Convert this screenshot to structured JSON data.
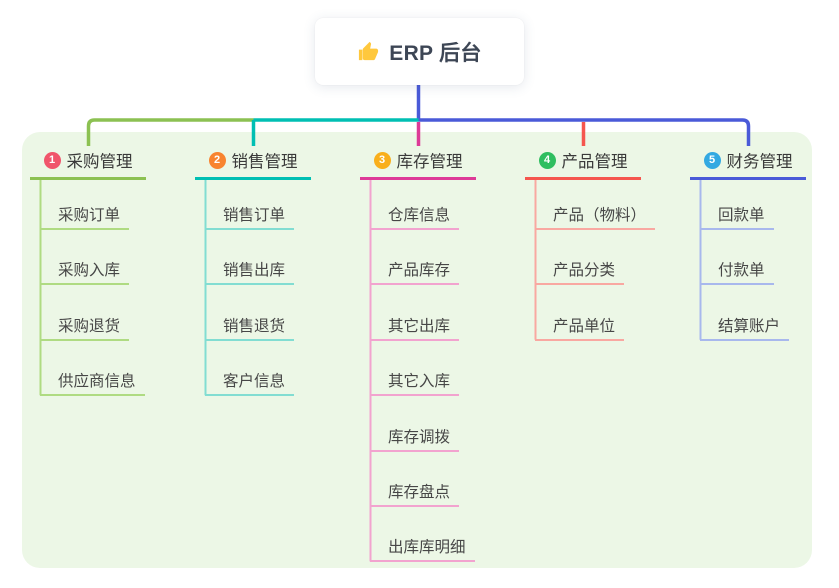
{
  "root": {
    "title": "ERP 后台",
    "icon": "thumbs-up-icon",
    "icon_color": "#FFC83D",
    "line_color": "#4A5AD8"
  },
  "panel": {
    "bg": "#ECF7E6"
  },
  "branches": [
    {
      "badge": "1",
      "label": "采购管理",
      "badge_color": "#F0556B",
      "line_color": "#8CC152",
      "light_color": "#AFDB82",
      "children": [
        "采购订单",
        "采购入库",
        "采购退货",
        "供应商信息"
      ]
    },
    {
      "badge": "2",
      "label": "销售管理",
      "badge_color": "#F8842F",
      "line_color": "#00BFB3",
      "light_color": "#82DDD2",
      "children": [
        "销售订单",
        "销售出库",
        "销售退货",
        "客户信息"
      ]
    },
    {
      "badge": "3",
      "label": "库存管理",
      "badge_color": "#F9AF1C",
      "line_color": "#DD3A97",
      "light_color": "#F2A3CF",
      "children": [
        "仓库信息",
        "产品库存",
        "其它出库",
        "其它入库",
        "库存调拨",
        "库存盘点",
        "出库库明细"
      ]
    },
    {
      "badge": "4",
      "label": "产品管理",
      "badge_color": "#2FBE60",
      "line_color": "#F5564E",
      "light_color": "#F9A8A1",
      "children": [
        "产品（物料）",
        "产品分类",
        "产品单位"
      ]
    },
    {
      "badge": "5",
      "label": "财务管理",
      "badge_color": "#33A9E2",
      "line_color": "#4A5AD8",
      "light_color": "#A8B8ED",
      "children": [
        "回款单",
        "付款单",
        "结算账户"
      ]
    }
  ]
}
